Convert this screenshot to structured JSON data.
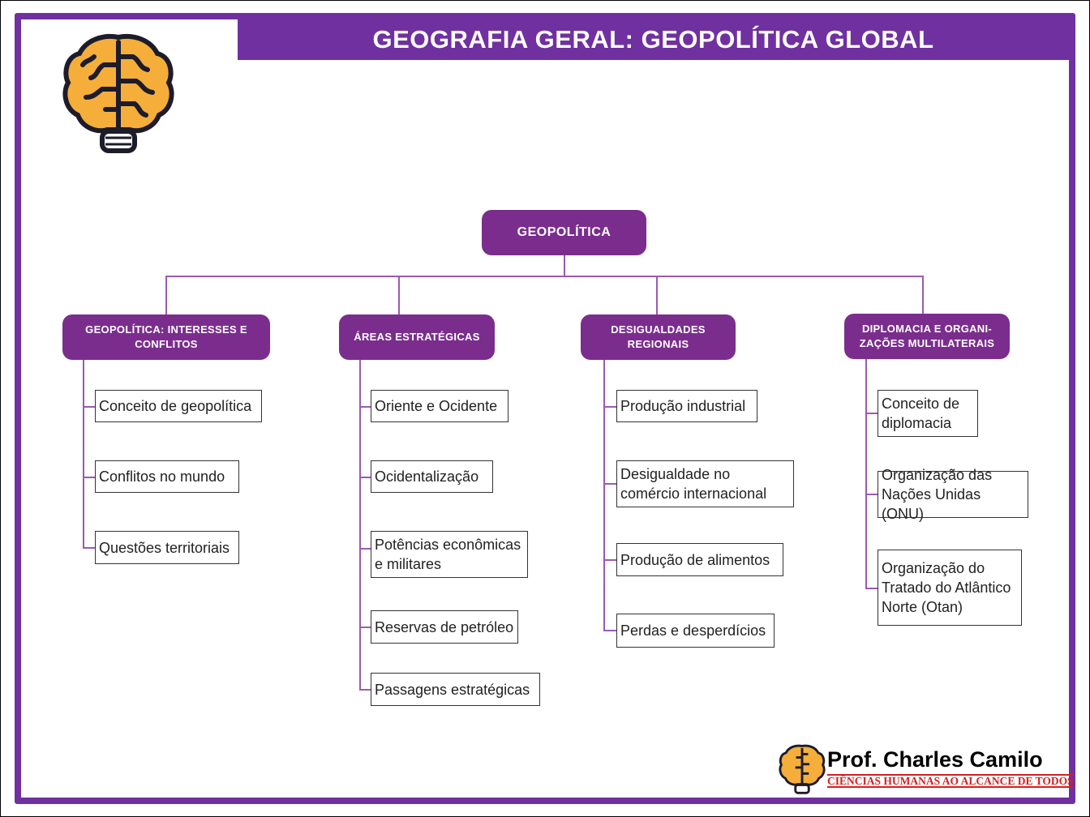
{
  "header": {
    "title": "GEOGRAFIA GERAL: GEOPOLÍTICA GLOBAL"
  },
  "root": {
    "label": "GEOPOLÍTICA"
  },
  "categories": [
    {
      "label": "GEOPOLÍTICA: INTERESSES E CONFLITOS",
      "items": [
        "Conceito de geopolítica",
        "Conflitos no mundo",
        "Questões territoriais"
      ]
    },
    {
      "label": "ÁREAS ESTRATÉGICAS",
      "items": [
        "Oriente e Ocidente",
        "Ocidentalização",
        "Potências econômicas e militares",
        "Reservas de petróleo",
        "Passagens estratégicas"
      ]
    },
    {
      "label": "DESIGUALDADES REGIONAIS",
      "items": [
        "Produção industrial",
        "Desigualdade no comércio internacional",
        "Produção de alimentos",
        "Perdas e desperdícios"
      ]
    },
    {
      "label": "DIPLOMACIA E ORGANI-ZAÇÕES MULTILATERAIS",
      "items": [
        "Conceito de diplomacia",
        "Organização das Nações Unidas (ONU)",
        "Organização do Tratado do Atlântico Norte (Otan)"
      ]
    }
  ],
  "brand": {
    "name": "Prof. Charles Camilo",
    "tagline": "CIÊNCIAS HUMANAS AO ALCANCE DE TODOS"
  },
  "colors": {
    "purple": "#7030a0",
    "box": "#7b2d8e",
    "brain": "#f5ae3a",
    "tagline": "#d42020"
  }
}
